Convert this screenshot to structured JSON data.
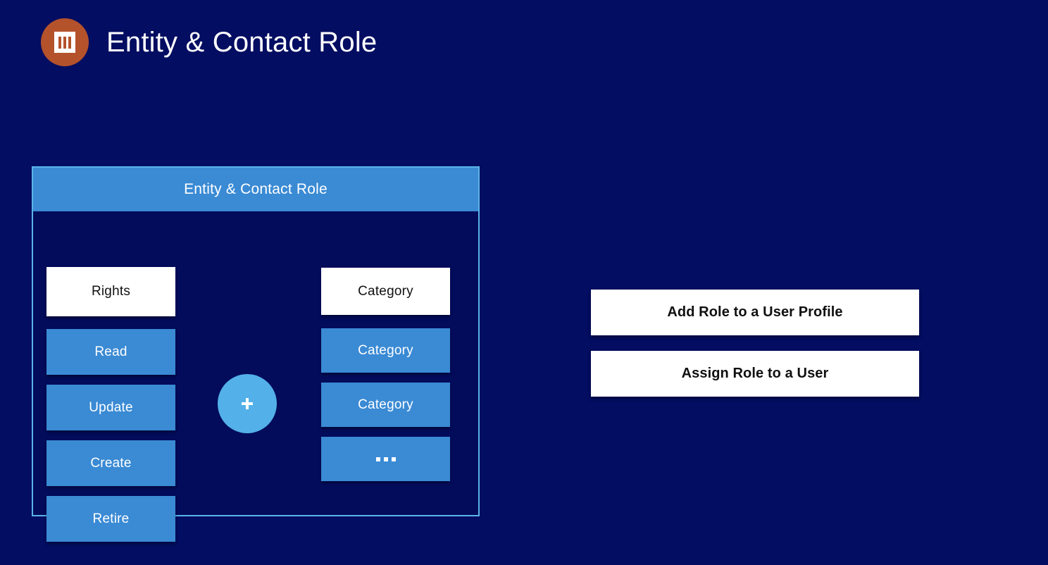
{
  "page": {
    "background_color": "#030d61",
    "title": "Entity & Contact Role",
    "brand_icon": "bank-columns-icon",
    "brand_icon_color": "#b4522b"
  },
  "card": {
    "header_title": "Entity & Contact Role",
    "header_color": "#3a8ad4",
    "border_color": "#5ab4e8",
    "rights_column": {
      "header": "Rights",
      "items": [
        {
          "label": "Read"
        },
        {
          "label": "Update"
        },
        {
          "label": "Create"
        },
        {
          "label": "Retire"
        }
      ]
    },
    "category_column": {
      "header": "Category",
      "items": [
        {
          "label": "Category"
        },
        {
          "label": "Category"
        },
        {
          "label": "..."
        }
      ]
    },
    "combine": {
      "icon": "plus-icon",
      "label": "+",
      "color": "#53b0e8"
    }
  },
  "actions": {
    "buttons": [
      {
        "label": "Add Role to a User Profile"
      },
      {
        "label": "Assign Role to a User"
      }
    ]
  }
}
